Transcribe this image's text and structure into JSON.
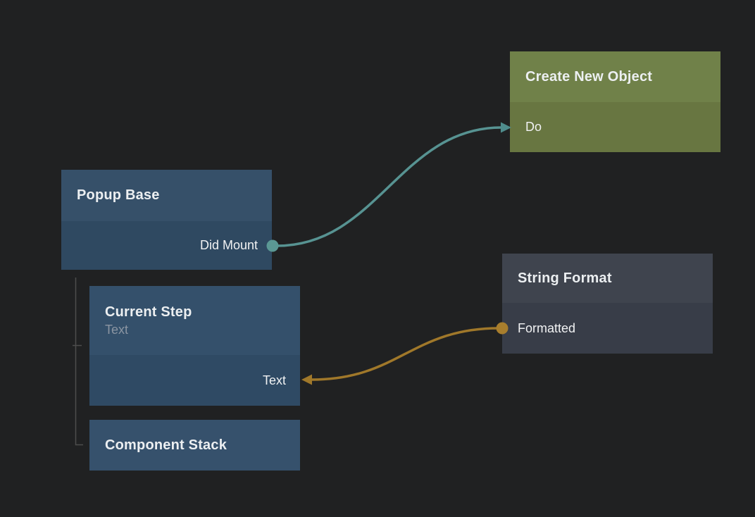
{
  "canvas": {
    "background": "#202122",
    "kind": "visual-scripting-node-graph"
  },
  "nodes": [
    {
      "id": "popup-base",
      "title": "Popup Base",
      "header_color": "#365069",
      "body_color": "#2f4961",
      "ports": [
        {
          "label": "Did Mount",
          "direction": "output",
          "side": "right",
          "port_color": "#5b9894"
        }
      ]
    },
    {
      "id": "current-step",
      "title": "Current Step",
      "subtitle": "Text",
      "header_color": "#34506b",
      "body_color": "#2f4a64",
      "ports": [
        {
          "label": "Text",
          "direction": "input",
          "side": "right",
          "port_color": "#a0782a"
        }
      ]
    },
    {
      "id": "component-stack",
      "title": "Component Stack",
      "header_color": "#36516c",
      "ports": []
    },
    {
      "id": "create-new-object",
      "title": "Create New Object",
      "header_color": "#708149",
      "body_color": "#687641",
      "ports": [
        {
          "label": "Do",
          "direction": "input",
          "side": "left",
          "port_color": "#5b9894"
        }
      ]
    },
    {
      "id": "string-format",
      "title": "String Format",
      "header_color": "#3f444e",
      "body_color": "#383d48",
      "ports": [
        {
          "label": "Formatted",
          "direction": "output",
          "side": "left",
          "port_color": "#a87e2d"
        }
      ]
    }
  ],
  "edges": [
    {
      "from": "popup-base.did-mount",
      "to": "create-new-object.do",
      "color": "#579392"
    },
    {
      "from": "string-format.formatted",
      "to": "current-step.text",
      "color": "#a0782a"
    }
  ],
  "hierarchy": {
    "parent": "popup-base",
    "children": [
      "current-step",
      "component-stack"
    ],
    "line_color": "#4d4d4d"
  }
}
